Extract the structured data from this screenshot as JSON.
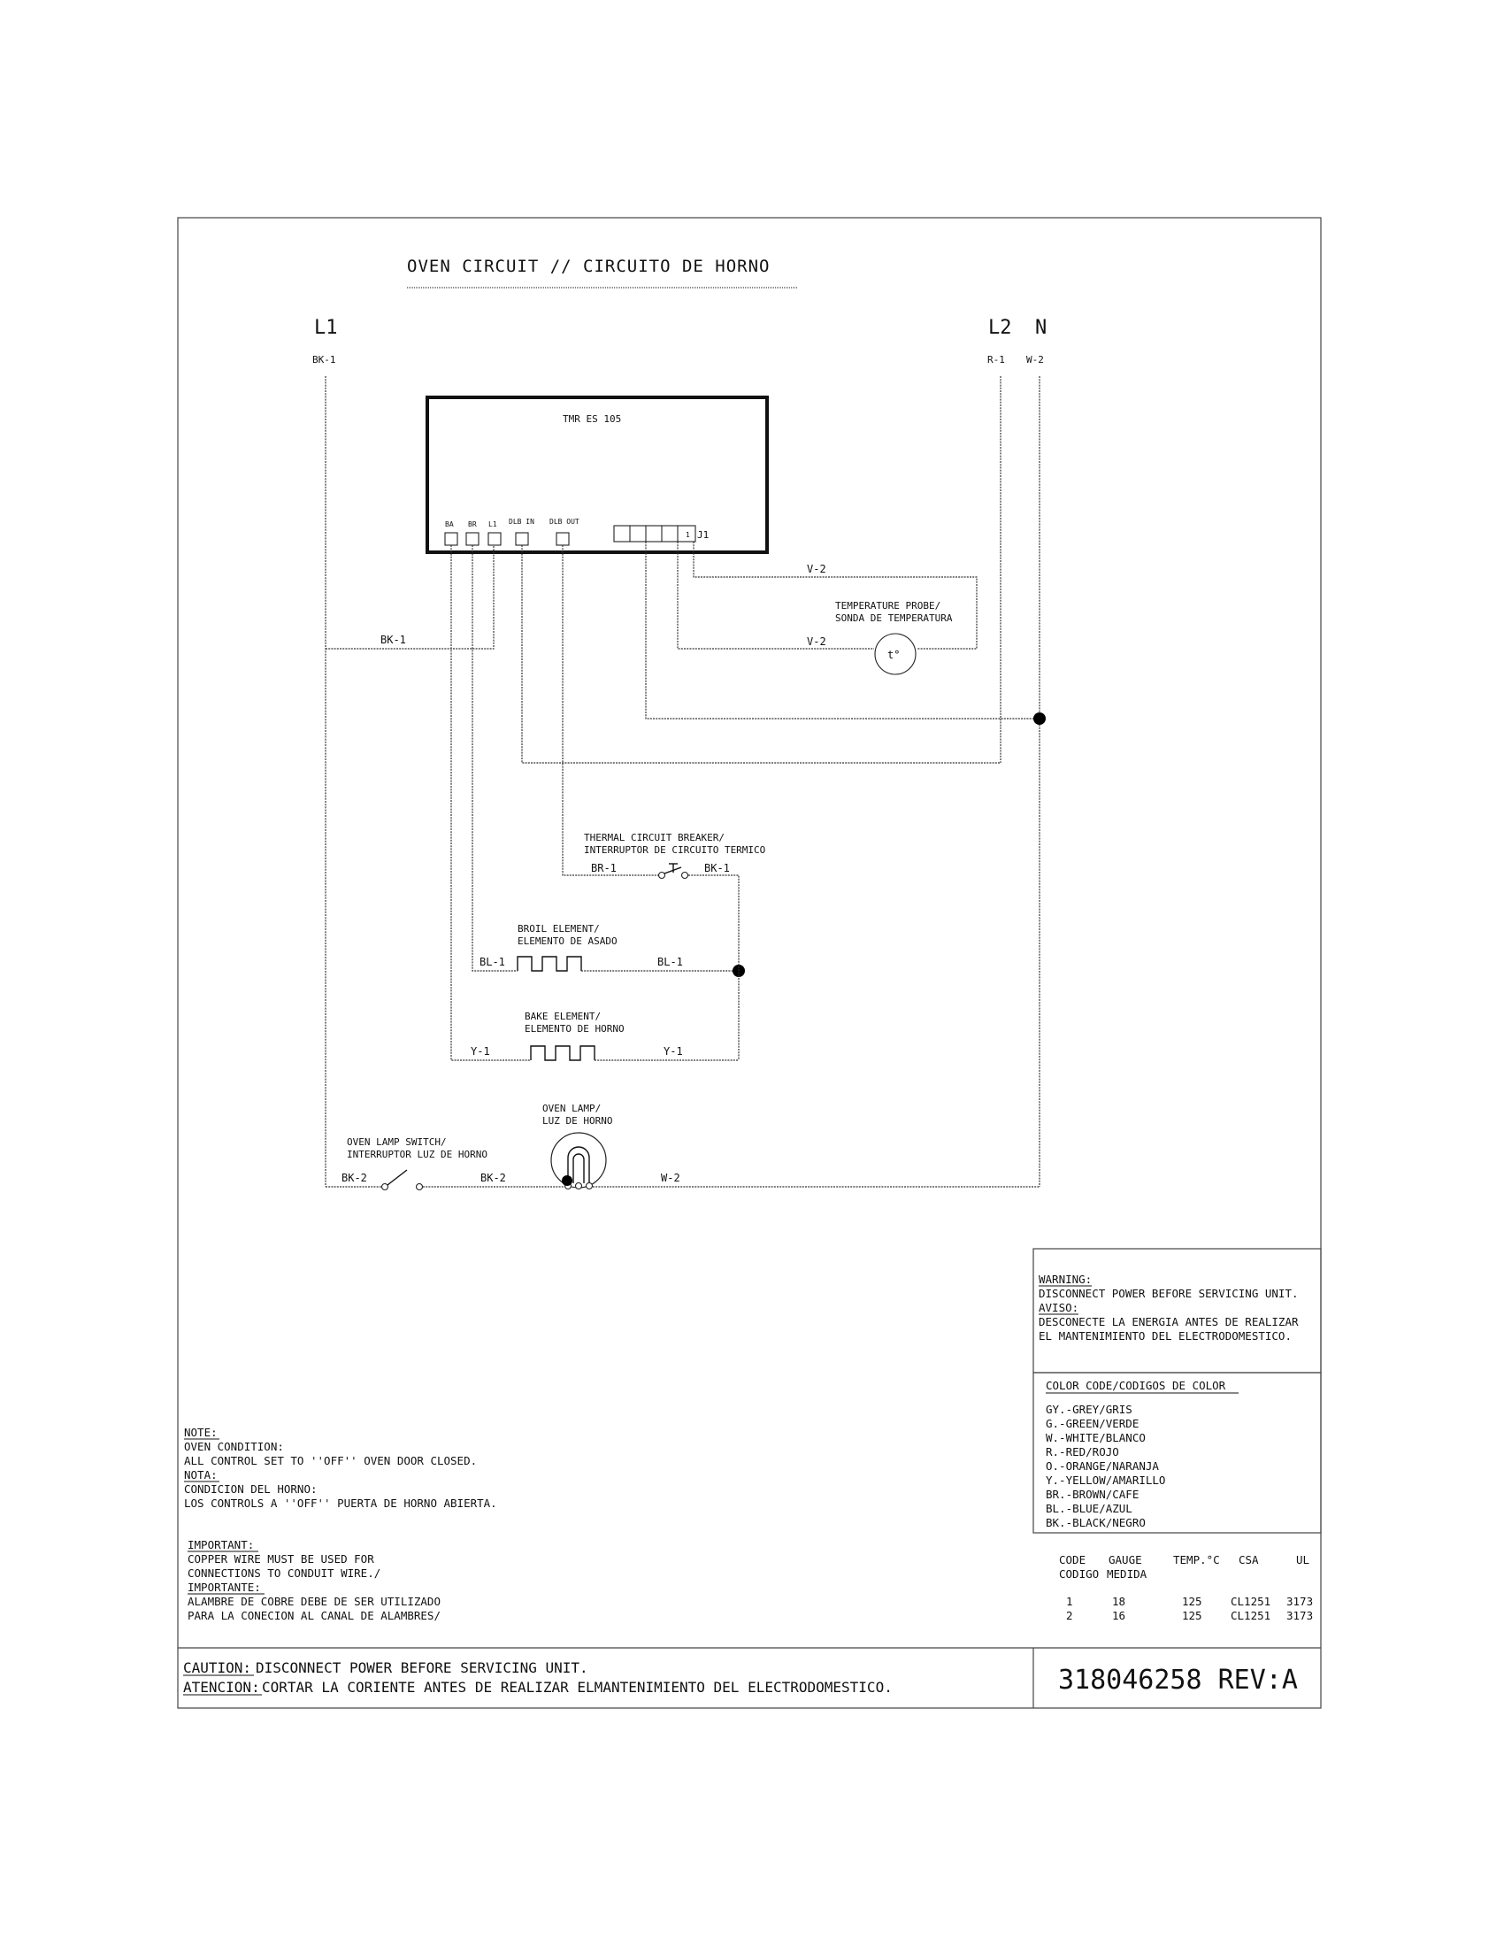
{
  "title": "OVEN CIRCUIT // CIRCUITO DE HORNO",
  "lines": {
    "l1": "L1",
    "l2": "L2",
    "n": "N"
  },
  "wires": {
    "bk1": "BK-1",
    "r1": "R-1",
    "w2": "W-2",
    "v2": "V-2",
    "br1": "BR-1",
    "bl1": "BL-1",
    "y1": "Y-1",
    "bk2": "BK-2"
  },
  "control": {
    "name": "TMR ES 105",
    "terminals": [
      "BA",
      "BR",
      "L1",
      "DLB IN",
      "DLB OUT"
    ],
    "connector": "J1",
    "pin1": "1"
  },
  "components": {
    "probe_line1": "TEMPERATURE PROBE/",
    "probe_line2": "SONDA DE TEMPERATURA",
    "probe_symbol": "t°",
    "breaker_line1": "THERMAL CIRCUIT BREAKER/",
    "breaker_line2": "INTERRUPTOR DE CIRCUITO TERMICO",
    "broil_line1": "BROIL ELEMENT/",
    "broil_line2": "ELEMENTO DE ASADO",
    "bake_line1": "BAKE ELEMENT/",
    "bake_line2": "ELEMENTO DE HORNO",
    "lamp_line1": "OVEN LAMP/",
    "lamp_line2": "LUZ DE HORNO",
    "switch_line1": "OVEN LAMP SWITCH/",
    "switch_line2": "INTERRUPTOR LUZ DE HORNO"
  },
  "warning": {
    "h1": "WARNING:",
    "l1": "DISCONNECT POWER BEFORE SERVICING UNIT.",
    "h2": "AVISO:",
    "l2": "DESCONECTE LA ENERGIA ANTES DE REALIZAR",
    "l3": "EL MANTENIMIENTO DEL ELECTRODOMESTICO."
  },
  "color_code": {
    "title": "COLOR CODE/CODIGOS DE COLOR",
    "items": [
      "GY.-GREY/GRIS",
      "G.-GREEN/VERDE",
      "W.-WHITE/BLANCO",
      "R.-RED/ROJO",
      "O.-ORANGE/NARANJA",
      "Y.-YELLOW/AMARILLO",
      "BR.-BROWN/CAFE",
      "BL.-BLUE/AZUL",
      "BK.-BLACK/NEGRO"
    ]
  },
  "spec_table": {
    "headers": [
      "CODE",
      "GAUGE",
      "TEMP.°C",
      "CSA",
      "UL"
    ],
    "headers2": [
      "CODIGO",
      "MEDIDA"
    ],
    "rows": [
      [
        "1",
        "18",
        "125",
        "CL1251",
        "3173"
      ],
      [
        "2",
        "16",
        "125",
        "CL1251",
        "3173"
      ]
    ]
  },
  "note": {
    "h1": "NOTE:",
    "l1": "OVEN CONDITION:",
    "l2": "ALL CONTROL SET TO ''OFF''  OVEN DOOR CLOSED.",
    "h2": "NOTA:",
    "l3": "CONDICION DEL HORNO:",
    "l4": "LOS CONTROLS A ''OFF'' PUERTA DE HORNO ABIERTA."
  },
  "important": {
    "h1": "IMPORTANT:",
    "l1": "COPPER WIRE MUST BE USED FOR",
    "l2": "CONNECTIONS TO CONDUIT WIRE./",
    "h2": "IMPORTANTE:",
    "l3": "ALAMBRE DE COBRE DEBE DE SER UTILIZADO",
    "l4": "PARA LA CONECION AL CANAL DE ALAMBRES/"
  },
  "caution": {
    "h1": "CAUTION:",
    "l1": " DISCONNECT POWER BEFORE SERVICING UNIT.",
    "h2": "ATENCION:",
    "l2": "CORTAR LA CORIENTE ANTES DE REALIZAR ELMANTENIMIENTO DEL ELECTRODOMESTICO."
  },
  "part_number": "318046258 REV:A"
}
